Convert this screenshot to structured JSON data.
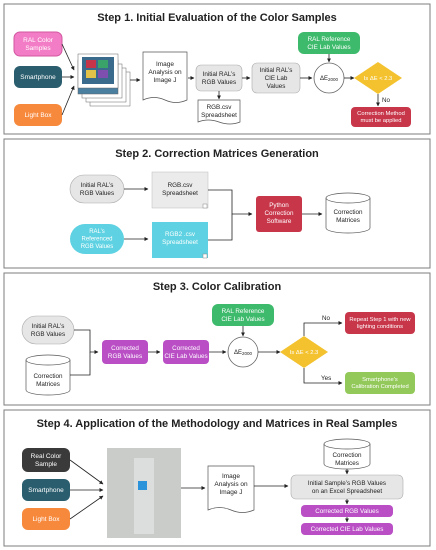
{
  "colors": {
    "panel_border": "#7d7d7d",
    "pink": "#f37cc6",
    "teal": "#2a5d6e",
    "orange": "#f7893d",
    "green": "#3dba6b",
    "red": "#c8364a",
    "yellow": "#f4c22f",
    "purple": "#b94ec5",
    "light_gray": "#e6e6e6",
    "cyan": "#5ed2e2",
    "olive_green": "#93c95a",
    "dark_gray": "#3a3a3a",
    "arrow": "#222222"
  },
  "step1": {
    "title": "Step 1. Initial Evaluation of the Color Samples",
    "inputs": [
      "RAL Color Samples",
      "Smartphone",
      "Light Box"
    ],
    "imagej": "Image Analysis on Image J",
    "initial_rgb": "Initial RAL’s RGB Values",
    "rgb_csv": "RGB.csv Spreadsheet",
    "initial_lab": "Initial RAL’s CIE Lab Values",
    "delta": "ΔE2000",
    "ral_ref": "RAL Reference CIE Lab Values",
    "decision": "Is ΔE < 2.3",
    "no_label": "No",
    "correction": "Correction Method must be applied"
  },
  "step2": {
    "title": "Step 2. Correction Matrices Generation",
    "initial_rgb": "Initial RAL’s RGB Values",
    "rgb_csv": "RGB.csv Spreadsheet",
    "ref_rgb": "RAL’s Referenced RGB Values",
    "rgb2_csv": "RGB2 .csv Spreadsheet",
    "python": "Python Correction Software",
    "matrices": "Correction Matrices"
  },
  "step3": {
    "title": "Step 3. Color Calibration",
    "initial_rgb": "Initial RAL’s RGB Values",
    "matrices": "Correction Matrices",
    "corrected_rgb": "Corrected RGB Values",
    "corrected_lab": "Corrected CIE Lab Values",
    "delta": "ΔE2000",
    "ral_ref": "RAL Reference CIE Lab Values",
    "decision": "Is ΔE < 2.3",
    "no_label": "No",
    "yes_label": "Yes",
    "repeat": "Repeat Step 1 with new lighting conditions",
    "completed": "Smartphone’s Calibration Completed"
  },
  "step4": {
    "title": "Step 4. Application of the Methodology and Matrices in Real Samples",
    "inputs": [
      "Real Color Sample",
      "Smartphone",
      "Light Box"
    ],
    "imagej": "Image Analysis on Image J",
    "matrices": "Correction Matrices",
    "initial_rgb": "Initial Sample’s RGB Values on an Excel Spreadsheet",
    "corrected_rgb": "Corrected RGB Values",
    "corrected_lab": "Corrected CIE Lab Values"
  }
}
